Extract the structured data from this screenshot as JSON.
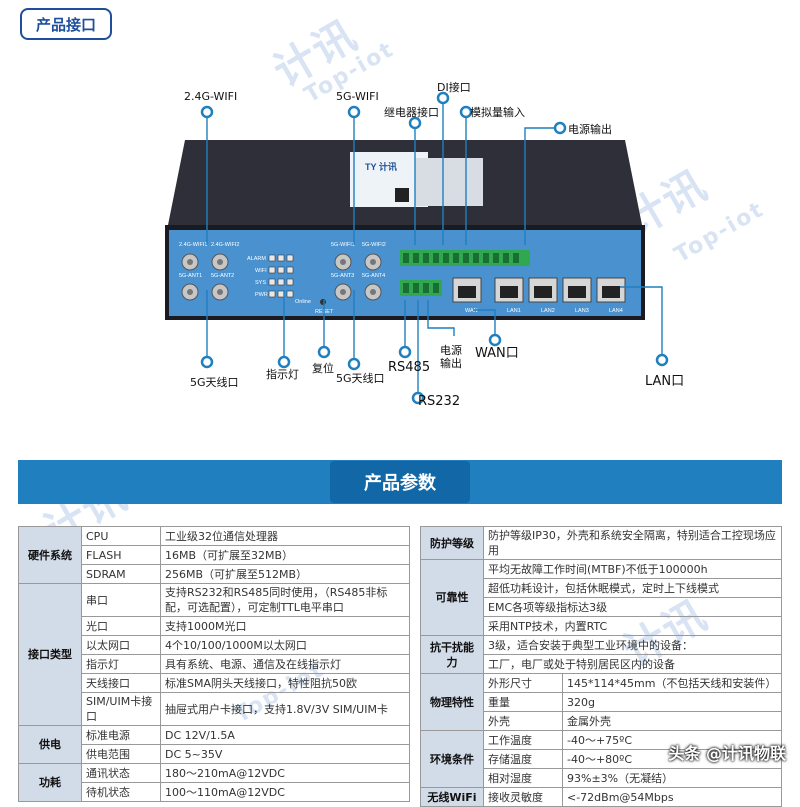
{
  "header": {
    "badge": "产品接口"
  },
  "watermark": {
    "text1": "计讯",
    "text2": "Top-iot"
  },
  "device": {
    "brand": "TY 计讯",
    "labels": {
      "wifi1": "2.4G-WIFI1",
      "wifi2": "2.4G-WIFI2",
      "ant1": "5G-ANT1",
      "ant2": "5G-ANT2",
      "wifi5g1": "5G-WIFI1",
      "wifi5g2": "5G-WIFI2",
      "ant3": "5G-ANT3",
      "ant4": "5G-ANT4",
      "alarm": "ALARM",
      "wifi": "WIFI",
      "sys": "SYS",
      "pwr": "PWR",
      "online": "Online",
      "reset": "RESET",
      "wan": "WAN",
      "lan1": "LAN1",
      "lan2": "LAN2",
      "lan3": "LAN3",
      "lan4": "LAN4"
    }
  },
  "callouts": {
    "wifi24": "2.4G-WIFI",
    "wifi5g": "5G-WIFI",
    "di": "DI接口",
    "relay": "继电器接口",
    "analog": "模拟量输入",
    "power_out": "电源输出",
    "antenna5g_left": "5G天线口",
    "indicator": "指示灯",
    "reset": "复位",
    "antenna5g_mid": "5G天线口",
    "rs485": "RS485",
    "power_out2_l1": "电源",
    "power_out2_l2": "输出",
    "wan": "WAN口",
    "rs232": "RS232",
    "lan": "LAN口"
  },
  "section": {
    "title": "产品参数"
  },
  "left_table": [
    {
      "cat": "硬件系统",
      "rows": [
        [
          "CPU",
          "工业级32位通信处理器"
        ],
        [
          "FLASH",
          "16MB（可扩展至32MB）"
        ],
        [
          "SDRAM",
          "256MB（可扩展至512MB）"
        ]
      ]
    },
    {
      "cat": "接口类型",
      "rows": [
        [
          "串口",
          "支持RS232和RS485同时使用，（RS485非标配，可选配置），可定制TTL电平串口"
        ],
        [
          "光口",
          "支持1000M光口"
        ],
        [
          "以太网口",
          "4个10/100/1000M以太网口"
        ],
        [
          "指示灯",
          "具有系统、电源、通信及在线指示灯"
        ],
        [
          "天线接口",
          "标准SMA阴头天线接口，特性阻抗50欧"
        ],
        [
          "SIM/UIM卡接口",
          "抽屉式用户卡接口，支持1.8V/3V SIM/UIM卡"
        ]
      ]
    },
    {
      "cat": "供电",
      "rows": [
        [
          "标准电源",
          "DC 12V/1.5A"
        ],
        [
          "供电范围",
          "DC 5~35V"
        ]
      ]
    },
    {
      "cat": "功耗",
      "rows": [
        [
          "通讯状态",
          "180～210mA@12VDC"
        ],
        [
          "待机状态",
          "100～110mA@12VDC"
        ]
      ]
    }
  ],
  "right_table": {
    "protect": {
      "cat": "防护等级",
      "value": "防护等级IP30，外壳和系统安全隔离，特别适合工控现场应用"
    },
    "reliability": {
      "cat": "可靠性",
      "lines": [
        "平均无故障工作时间(MTBF)不低于100000h",
        "超低功耗设计，包括休眠模式，定时上下线模式",
        "EMC各项等级指标达3级",
        "采用NTP技术，内置RTC"
      ]
    },
    "interference": {
      "cat": "抗干扰能力",
      "lines": [
        "3级，适合安装于典型工业环境中的设备：",
        "工厂，电厂或处于特别居民区内的设备"
      ]
    },
    "physical": {
      "cat": "物理特性",
      "rows": [
        [
          "外形尺寸",
          "145*114*45mm（不包括天线和安装件）"
        ],
        [
          "重量",
          "320g"
        ],
        [
          "外壳",
          "金属外壳"
        ]
      ]
    },
    "environment": {
      "cat": "环境条件",
      "rows": [
        [
          "工作温度",
          "-40～+75ºC"
        ],
        [
          "存储温度",
          "-40～+80ºC"
        ],
        [
          "相对湿度",
          "93%±3%（无凝结）"
        ]
      ]
    },
    "wireless": {
      "cat": "无线WiFi",
      "rows": [
        [
          "接收灵敏度",
          "<-72dBm@54Mbps"
        ]
      ]
    }
  },
  "credit": "头条 @计讯物联"
}
